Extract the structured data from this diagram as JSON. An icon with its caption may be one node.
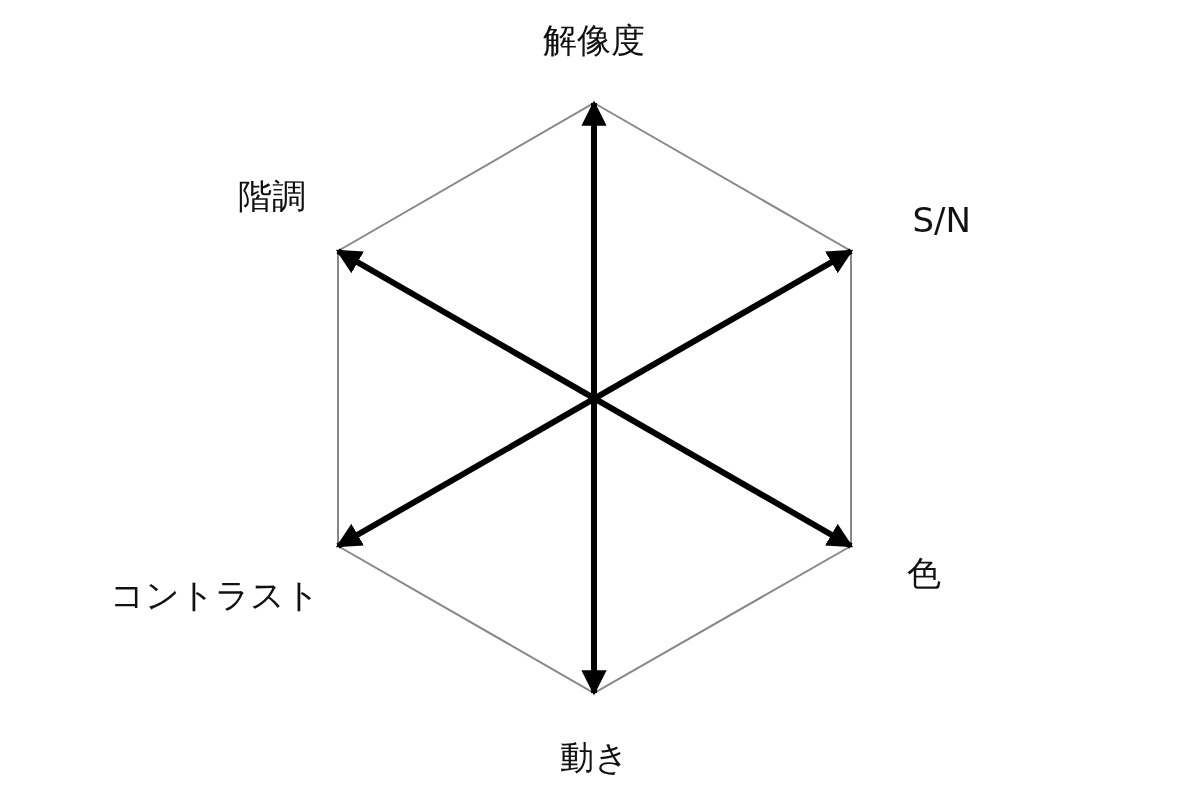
{
  "diagram": {
    "nodes": [
      {
        "text": [
          "解像度"
        ]
      },
      {
        "text": [
          "階調"
        ]
      },
      {
        "text": [
          "S/N"
        ]
      },
      {
        "text": [
          "コントラスト"
        ]
      },
      {
        "text": [
          "色"
        ]
      },
      {
        "text": [
          "動き"
        ]
      }
    ],
    "edges": [
      {
        "from": 0,
        "to": 5,
        "arrow": "both"
      },
      {
        "from": 1,
        "to": 4,
        "arrow": "both"
      },
      {
        "from": 2,
        "to": 3,
        "arrow": "both"
      }
    ]
  }
}
